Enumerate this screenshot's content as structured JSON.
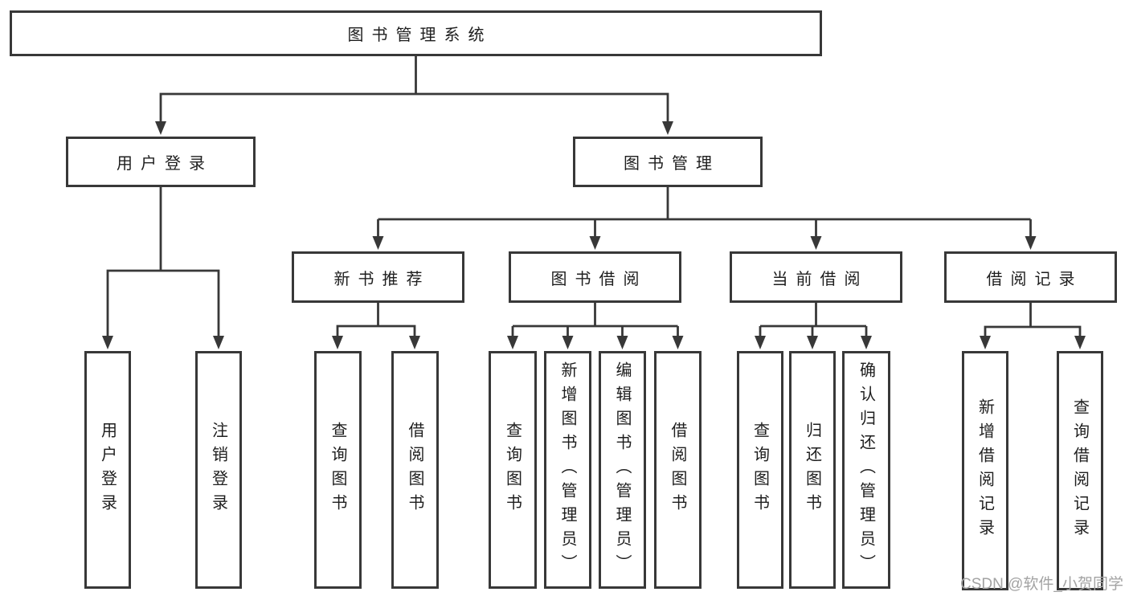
{
  "tree": {
    "label": "图书管理系统",
    "children": [
      {
        "label": "用户登录",
        "children": [
          {
            "label": "用户登录"
          },
          {
            "label": "注销登录"
          }
        ]
      },
      {
        "label": "图书管理",
        "children": [
          {
            "label": "新书推荐",
            "children": [
              {
                "label": "查询图书"
              },
              {
                "label": "借阅图书"
              }
            ]
          },
          {
            "label": "图书借阅",
            "children": [
              {
                "label": "查询图书"
              },
              {
                "label": "新增图书（管理员）"
              },
              {
                "label": "编辑图书（管理员）"
              },
              {
                "label": "借阅图书"
              }
            ]
          },
          {
            "label": "当前借阅",
            "children": [
              {
                "label": "查询图书"
              },
              {
                "label": "归还图书"
              },
              {
                "label": "确认归还（管理员）"
              }
            ]
          },
          {
            "label": "借阅记录",
            "children": [
              {
                "label": "新增借阅记录"
              },
              {
                "label": "查询借阅记录"
              }
            ]
          }
        ]
      }
    ]
  },
  "watermark": {
    "text": "CSDN @软件_小贺同学"
  },
  "colors": {
    "line": "#383838",
    "border": "#383838",
    "text": "#1e1e1e",
    "watermark": "#a3a3a3",
    "background": "#ffffff"
  }
}
